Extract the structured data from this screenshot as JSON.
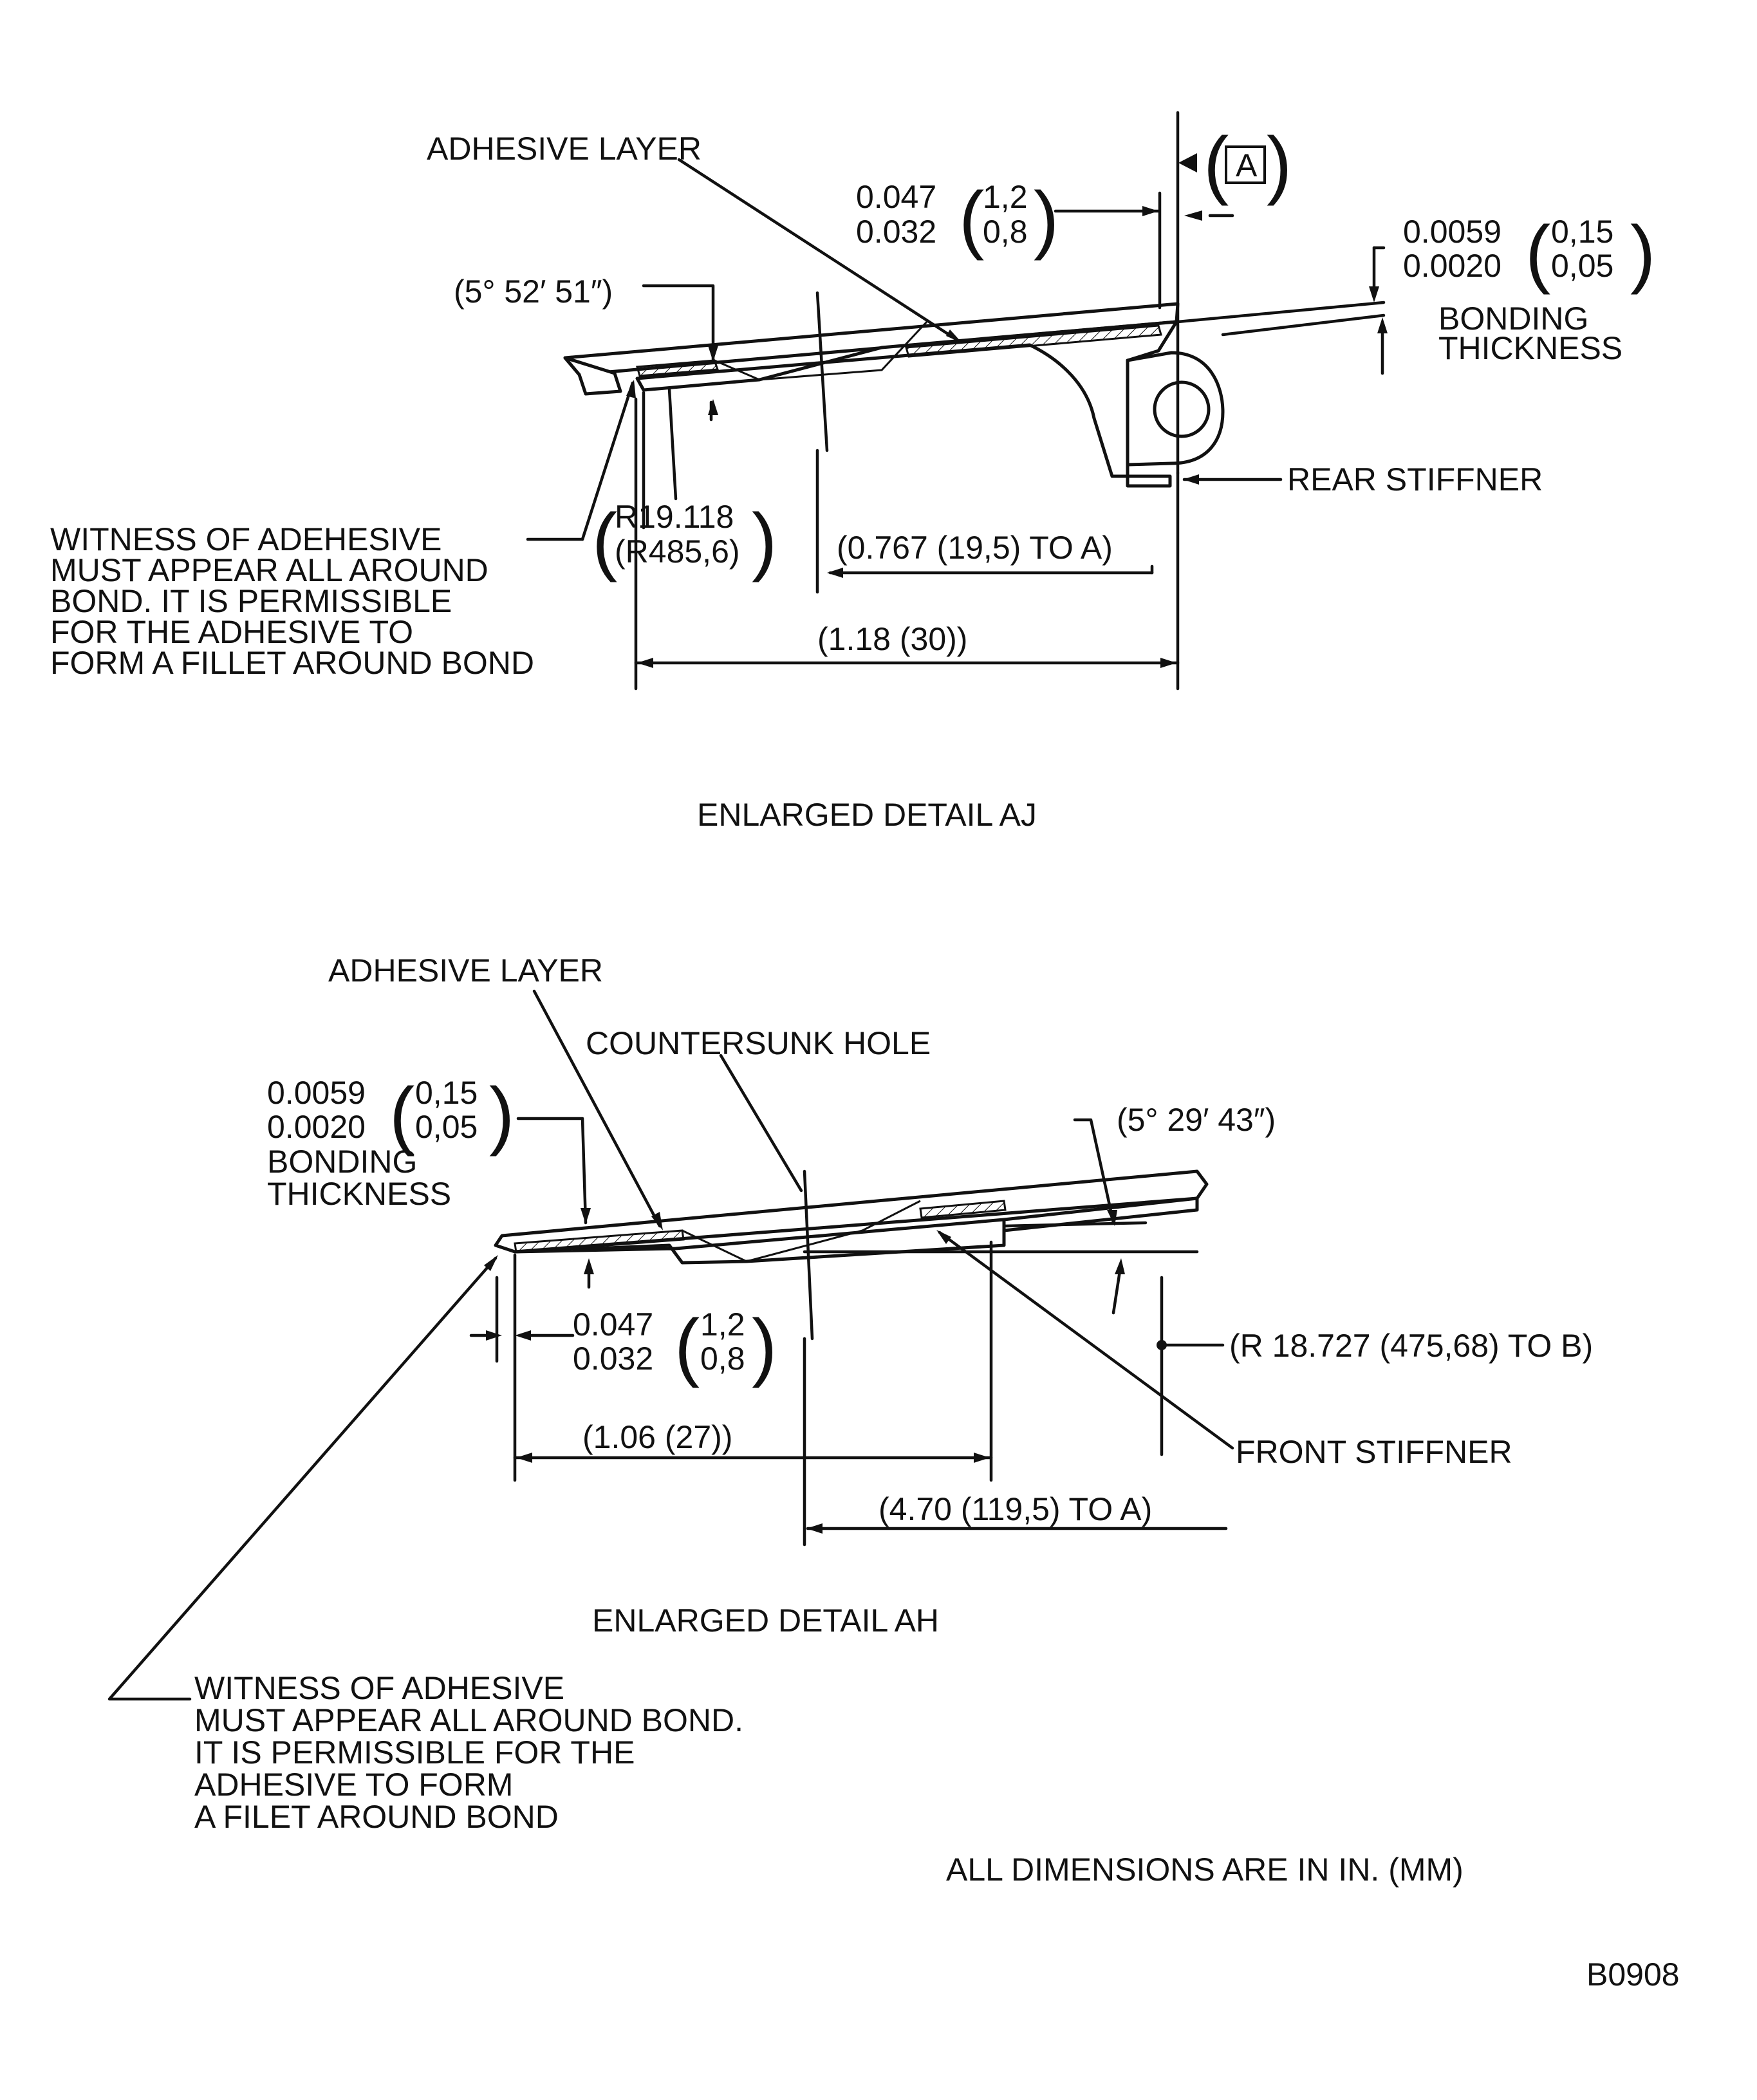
{
  "detail_aj": {
    "adhesive_layer": "ADHESIVE LAYER",
    "edge_in_top": "0.047",
    "edge_in_bottom": "0.032",
    "edge_mm_top": "1,2",
    "edge_mm_bottom": "0,8",
    "datum": "A",
    "bond_in_top": "0.0059",
    "bond_in_bottom": "0.0020",
    "bond_mm_top": "0,15",
    "bond_mm_bottom": "0,05",
    "bonding_line1": "BONDING",
    "bonding_line2": "THICKNESS",
    "angle": "(5° 52′ 51″)",
    "rear_stiffner": "REAR STIFFNER",
    "radius_in": "R19.118",
    "radius_mm": "(R485,6)",
    "dim_to_a": "(0.767 (19,5) TO A)",
    "dim_overall": "(1.18 (30))",
    "witness": [
      "WITNESS OF ADEHESIVE",
      "MUST APPEAR ALL AROUND",
      "BOND. IT IS PERMISSIBLE",
      "FOR THE ADHESIVE TO",
      "FORM A FILLET AROUND BOND"
    ],
    "title": "ENLARGED DETAIL AJ"
  },
  "detail_ah": {
    "adhesive_layer": "ADHESIVE LAYER",
    "countersunk": "COUNTERSUNK HOLE",
    "bond_in_top": "0.0059",
    "bond_in_bottom": "0.0020",
    "bond_mm_top": "0,15",
    "bond_mm_bottom": "0,05",
    "bonding_line1": "BONDING",
    "bonding_line2": "THICKNESS",
    "angle": "(5° 29′ 43″)",
    "edge_in_top": "0.047",
    "edge_in_bottom": "0.032",
    "edge_mm_top": "1,2",
    "edge_mm_bottom": "0,8",
    "radius": "(R 18.727 (475,68) TO B)",
    "dim_width": "(1.06 (27))",
    "front_stiffner": "FRONT STIFFNER",
    "dim_to_a": "(4.70 (119,5) TO A)",
    "title": "ENLARGED DETAIL AH",
    "witness": [
      "WITNESS OF ADHESIVE",
      "MUST APPEAR ALL AROUND BOND.",
      "IT IS PERMISSIBLE FOR THE",
      "ADHESIVE TO FORM",
      "A FILET AROUND BOND"
    ]
  },
  "units_note": "ALL DIMENSIONS ARE IN IN. (MM)",
  "figure_id": "B0908"
}
